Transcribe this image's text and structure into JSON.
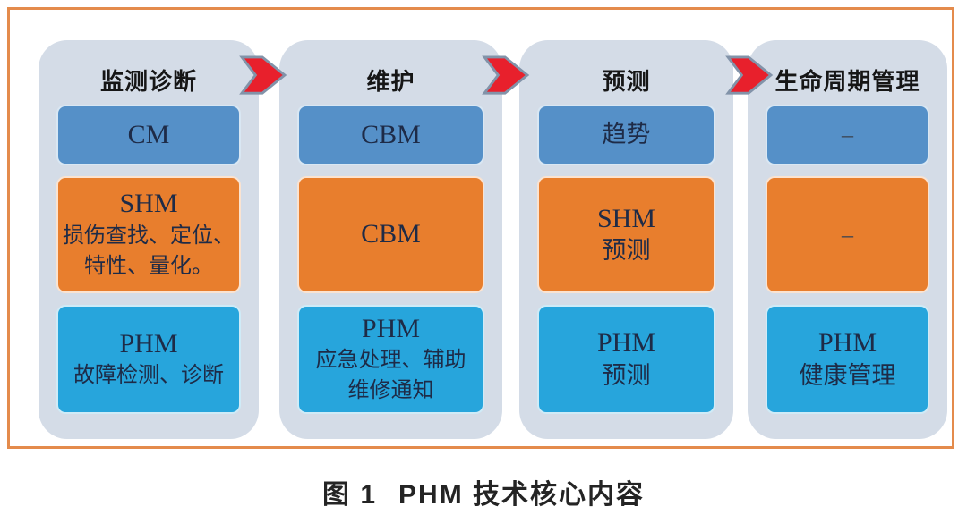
{
  "figure": {
    "caption_label": "图 1",
    "caption_title": "PHM 技术核心内容"
  },
  "colors": {
    "frame_border": "#e48b4c",
    "column_background": "#d4dce7",
    "box_blue": "#5590c8",
    "box_orange": "#e87e2d",
    "box_cyan": "#27a5dc",
    "arrow_red": "#e8202c",
    "arrow_outline": "#8293a9",
    "box_text": "#1e2b47",
    "header_text": "#161616"
  },
  "columns": [
    {
      "header": "监测诊断",
      "boxes": [
        {
          "style": "blue",
          "lines": [
            "CM"
          ]
        },
        {
          "style": "orange",
          "lines": [
            "SHM",
            "损伤查找、定位、",
            "特性、量化。"
          ]
        },
        {
          "style": "cyan",
          "lines": [
            "PHM",
            "故障检测、诊断"
          ]
        }
      ]
    },
    {
      "header": "维护",
      "boxes": [
        {
          "style": "blue",
          "lines": [
            "CBM"
          ]
        },
        {
          "style": "orange",
          "lines": [
            "CBM"
          ]
        },
        {
          "style": "cyan",
          "lines": [
            "PHM",
            "应急处理、辅助",
            "维修通知"
          ]
        }
      ]
    },
    {
      "header": "预测",
      "boxes": [
        {
          "style": "blue",
          "lines": [
            "趋势"
          ]
        },
        {
          "style": "orange",
          "lines": [
            "SHM",
            "预测"
          ]
        },
        {
          "style": "cyan",
          "lines": [
            "PHM",
            "预测"
          ]
        }
      ]
    },
    {
      "header": "生命周期管理",
      "boxes": [
        {
          "style": "blue",
          "lines": [
            "–"
          ]
        },
        {
          "style": "orange",
          "lines": [
            "–"
          ]
        },
        {
          "style": "cyan",
          "lines": [
            "PHM",
            "健康管理"
          ]
        }
      ]
    }
  ]
}
